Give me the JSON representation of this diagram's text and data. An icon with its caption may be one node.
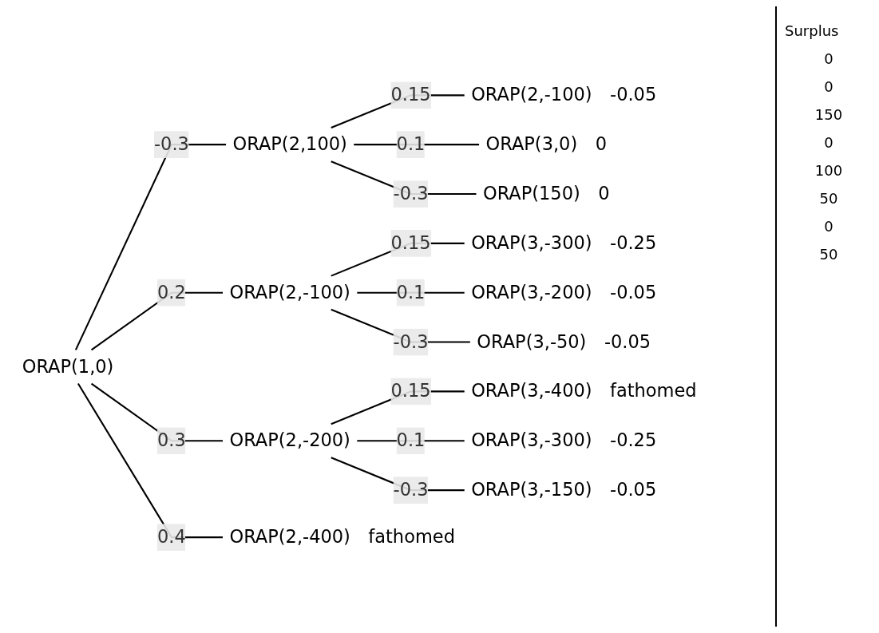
{
  "diagram": {
    "nodes": [
      {
        "text": [
          "ORAP(1,0)"
        ]
      },
      {
        "text": [
          "ORAP(2,100)"
        ]
      },
      {
        "text": [
          "ORAP(2,-100)"
        ],
        "beside": [
          "-0.05"
        ]
      },
      {
        "text": [
          "ORAP(3,0)"
        ],
        "beside": [
          "0"
        ]
      },
      {
        "text": [
          "ORAP(150)"
        ],
        "beside": [
          "0"
        ]
      },
      {
        "text": [
          "ORAP(2,-100)"
        ]
      },
      {
        "text": [
          "ORAP(3,-300)"
        ],
        "beside": [
          "-0.25"
        ]
      },
      {
        "text": [
          "ORAP(3,-200)"
        ],
        "beside": [
          "-0.05"
        ]
      },
      {
        "text": [
          "ORAP(3,-50)"
        ],
        "beside": [
          "-0.05"
        ]
      },
      {
        "text": [
          "ORAP(2,-200)"
        ]
      },
      {
        "text": [
          "ORAP(3,-400)"
        ],
        "beside": [
          "fathomed"
        ]
      },
      {
        "text": [
          "ORAP(3,-300)"
        ],
        "beside": [
          "-0.25"
        ]
      },
      {
        "text": [
          "ORAP(3,-150)"
        ],
        "beside": [
          "-0.05"
        ]
      },
      {
        "text": [
          "ORAP(2,-400)"
        ],
        "beside": [
          "fathomed"
        ]
      }
    ],
    "edges": [
      {
        "from": 0,
        "to": 1,
        "arrow": "none",
        "label": "-0.3"
      },
      {
        "from": 0,
        "to": 5,
        "arrow": "none",
        "label": "0.2"
      },
      {
        "from": 0,
        "to": 9,
        "arrow": "none",
        "label": "0.3"
      },
      {
        "from": 0,
        "to": 13,
        "arrow": "none",
        "label": "0.4"
      },
      {
        "from": 1,
        "to": 2,
        "arrow": "none",
        "label": "0.15"
      },
      {
        "from": 1,
        "to": 3,
        "arrow": "none",
        "label": "0.1"
      },
      {
        "from": 1,
        "to": 4,
        "arrow": "none",
        "label": "-0.3"
      },
      {
        "from": 5,
        "to": 6,
        "arrow": "none",
        "label": "0.15"
      },
      {
        "from": 5,
        "to": 7,
        "arrow": "none",
        "label": "0.1"
      },
      {
        "from": 5,
        "to": 8,
        "arrow": "none",
        "label": "-0.3"
      },
      {
        "from": 9,
        "to": 10,
        "arrow": "none",
        "label": "0.15"
      },
      {
        "from": 9,
        "to": 11,
        "arrow": "none",
        "label": "0.1"
      },
      {
        "from": 9,
        "to": 12,
        "arrow": "none",
        "label": "-0.3"
      }
    ],
    "labels": [
      "Surplus",
      "0",
      "0",
      "150",
      "0",
      "100",
      "50",
      "0",
      "50"
    ]
  }
}
